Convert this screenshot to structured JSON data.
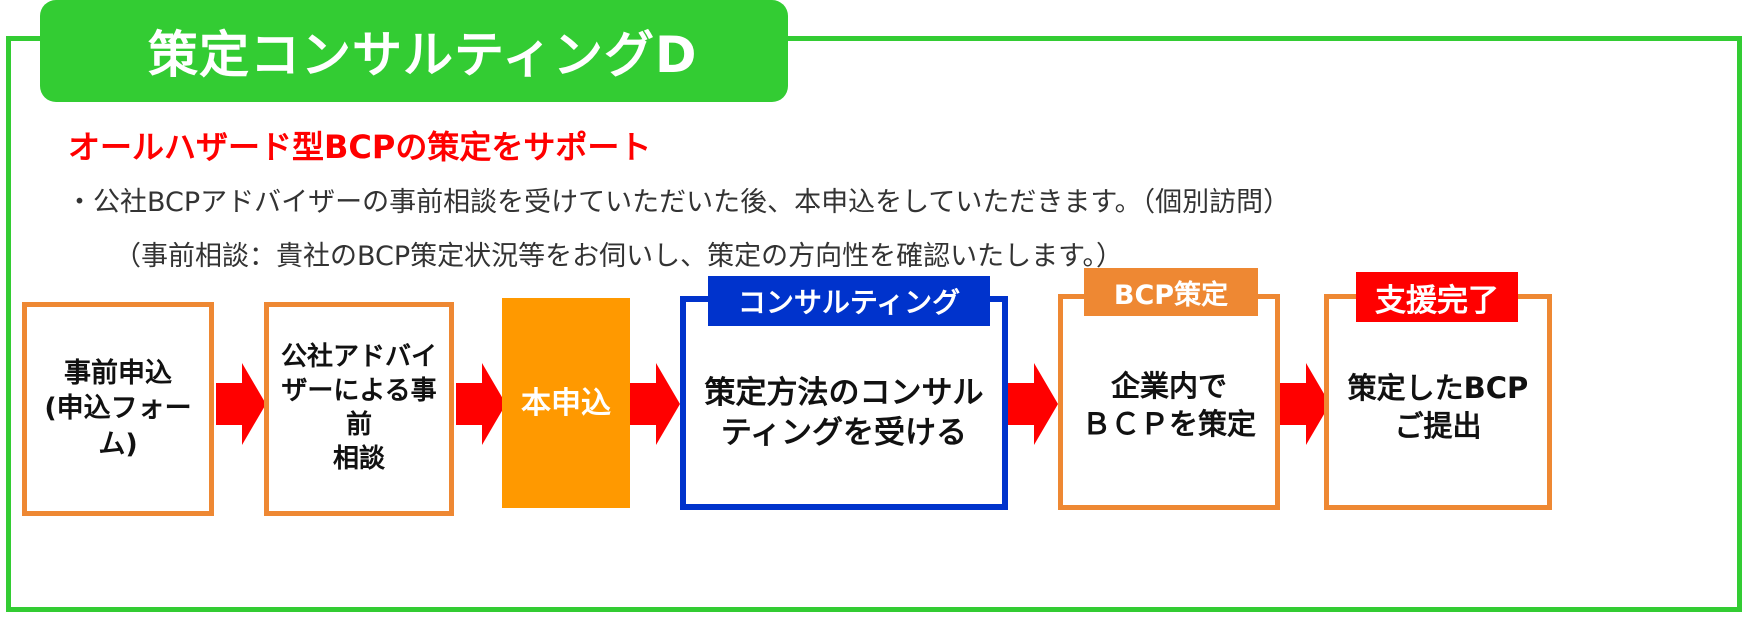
{
  "title": "策定コンサルティングD",
  "subtitle": "オールハザード型BCPの策定をサポート",
  "description": {
    "line1": "・公社BCPアドバイザーの事前相談を受けていただいた後、本申込をしていただきます。（個別訪問）",
    "line2": "（事前相談：貴社のBCP策定状況等をお伺いし、策定の方向性を確認いたします。）"
  },
  "steps": [
    {
      "label": "事前申込\n(申込フォーム)"
    },
    {
      "label": "公社アドバイ\nザーによる事前\n相談"
    },
    {
      "label": "本申込"
    },
    {
      "tag": "コンサルティング",
      "label": "策定方法のコンサル\nティングを受ける"
    },
    {
      "tag": "BCP策定",
      "label": "企業内で\nＢＣＰを策定"
    },
    {
      "tag": "支援完了",
      "label": "策定したBCP\nご提出"
    }
  ],
  "colors": {
    "green": "#33cc33",
    "red": "#ff0000",
    "orange": "#ee8833",
    "orange_fill": "#ff9900",
    "blue": "#0033cc",
    "tag_orange": "#ee8833",
    "tag_red": "#ff0000"
  },
  "icons": {
    "arrow": "right-arrow-icon"
  }
}
